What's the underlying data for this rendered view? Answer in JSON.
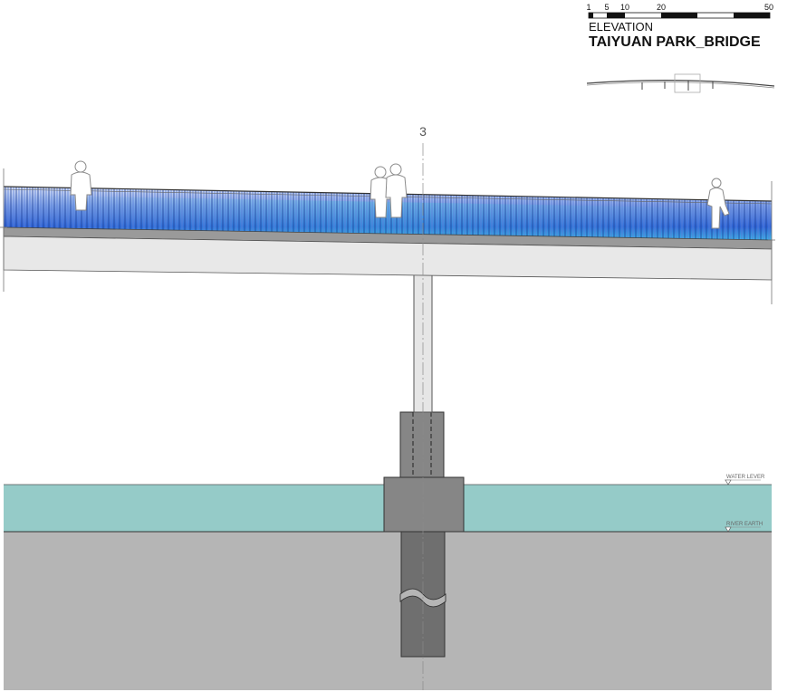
{
  "header": {
    "view_label": "ELEVATION",
    "title": "TAIYUAN PARK_BRIDGE"
  },
  "scale_bar": {
    "ticks": [
      "1",
      "5",
      "10",
      "20",
      "50"
    ]
  },
  "grid_marker": "3",
  "levels": {
    "water": "WATER LEVER",
    "earth": "RIVER EARTH"
  },
  "colors": {
    "water": "#95cbc8",
    "earth": "#b5b5b5",
    "railing_blue": "#2f63d6",
    "railing_cyan": "#3fb2e4",
    "deck_band": "#9a9a9a",
    "girder": "#e8e8e8",
    "pier": "#e6e6e6",
    "pile_cap": "#868686",
    "pile": "#6f6f6f"
  }
}
